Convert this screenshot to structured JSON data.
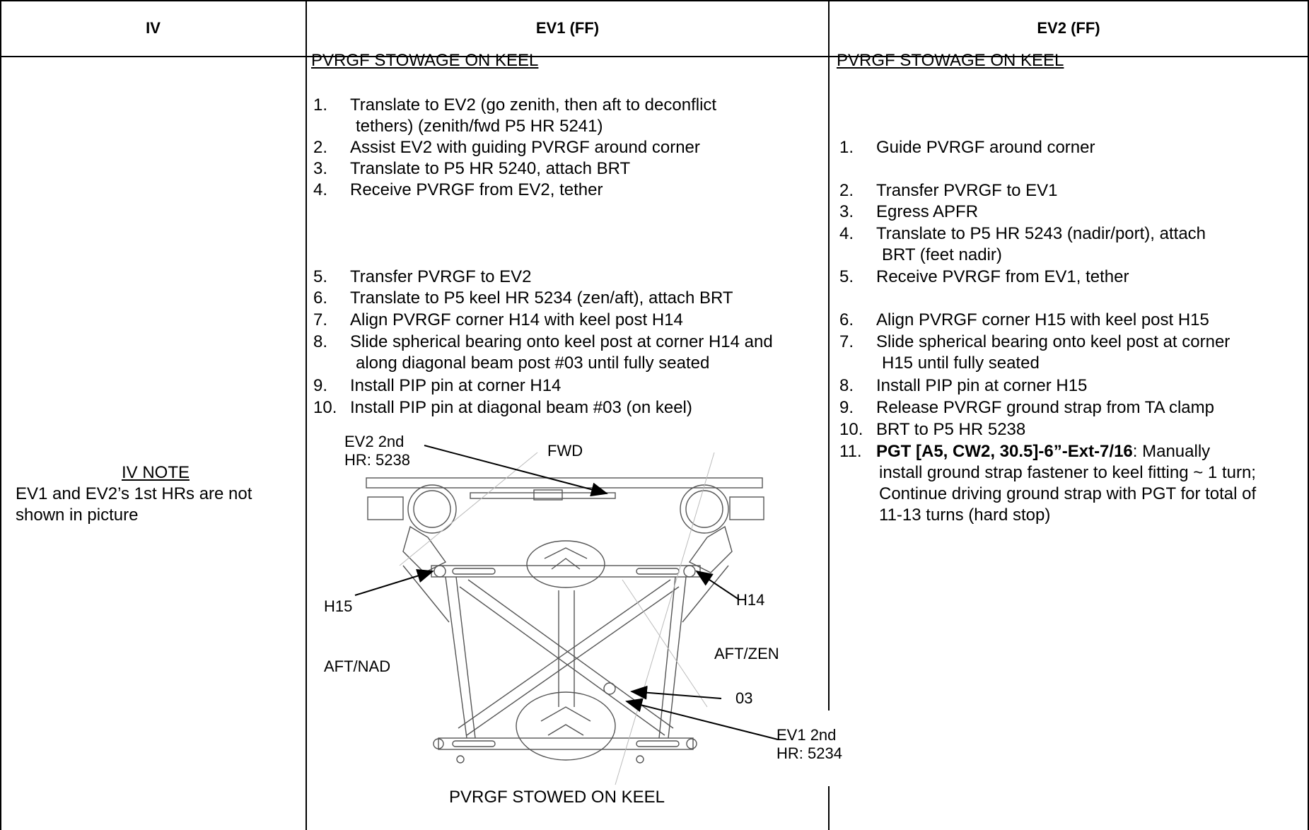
{
  "headers": {
    "iv": "IV",
    "ev1": "EV1 (FF)",
    "ev2": "EV2 (FF)"
  },
  "iv_note": {
    "title": "IV NOTE",
    "text_line1": "EV1 and EV2’s 1st HRs are not",
    "text_line2": "shown in picture"
  },
  "ev1": {
    "section_title": "PVRGF STOWAGE ON KEEL",
    "steps": [
      {
        "num": "1.",
        "text": "Translate to EV2 (go zenith, then aft to deconflict",
        "cont": "tethers) (zenith/fwd P5 HR 5241)"
      },
      {
        "num": "2.",
        "text": "Assist EV2 with guiding PVRGF around corner"
      },
      {
        "num": "3.",
        "text": "Translate to P5 HR 5240, attach BRT"
      },
      {
        "num": "4.",
        "text": "Receive PVRGF from EV2, tether"
      },
      {
        "num": "5.",
        "text": "Transfer PVRGF to EV2"
      },
      {
        "num": "6.",
        "text": "Translate to P5 keel HR 5234 (zen/aft), attach BRT"
      },
      {
        "num": "7.",
        "text": "Align PVRGF corner H14  with keel post H14"
      },
      {
        "num": "8.",
        "text": "Slide spherical bearing onto keel post at corner H14 and",
        "cont": "along diagonal beam post #03 until fully seated"
      },
      {
        "num": "9.",
        "text": "Install PIP pin at corner H14"
      },
      {
        "num": "10.",
        "text": "Install PIP pin at diagonal beam #03 (on keel)"
      }
    ]
  },
  "ev2": {
    "section_title": "PVRGF STOWAGE ON KEEL",
    "steps": [
      {
        "num": "1.",
        "text": "Guide PVRGF around corner"
      },
      {
        "num": "2.",
        "text": "Transfer PVRGF to EV1"
      },
      {
        "num": "3.",
        "text": "Egress APFR"
      },
      {
        "num": "4.",
        "text": "Translate to P5 HR 5243 (nadir/port), attach",
        "cont": "BRT (feet nadir)"
      },
      {
        "num": "5.",
        "text": "Receive PVRGF from EV1, tether"
      },
      {
        "num": "6.",
        "text": "Align PVRGF corner H15 with keel post H15"
      },
      {
        "num": "7.",
        "text": "Slide spherical bearing onto keel post at corner",
        "cont": "H15 until fully seated"
      },
      {
        "num": "8.",
        "text": "Install PIP pin at corner H15"
      },
      {
        "num": "9.",
        "text": "Release PVRGF ground strap from TA clamp"
      },
      {
        "num": "10.",
        "text": "BRT to P5 HR 5238"
      }
    ],
    "step11": {
      "num": "11.",
      "bold": "PGT [A5, CW2, 30.5]-6”-Ext-7/16",
      "rest": ": Manually",
      "line2": "install ground strap fastener to keel fitting ~ 1 turn;",
      "line3": "Continue driving ground strap with PGT for total of",
      "line4": "11-13 turns (hard stop)"
    }
  },
  "figure": {
    "ev2_2nd_line1": "EV2 2nd",
    "ev2_2nd_line2": "HR: 5238",
    "fwd": "FWD",
    "h15": "H15",
    "h14": "H14",
    "aft_nad": "AFT/NAD",
    "aft_zen": "AFT/ZEN",
    "post03": "03",
    "ev1_2nd_line1": "EV1 2nd",
    "ev1_2nd_line2": "HR: 5234",
    "caption": "PVRGF STOWED ON KEEL"
  }
}
